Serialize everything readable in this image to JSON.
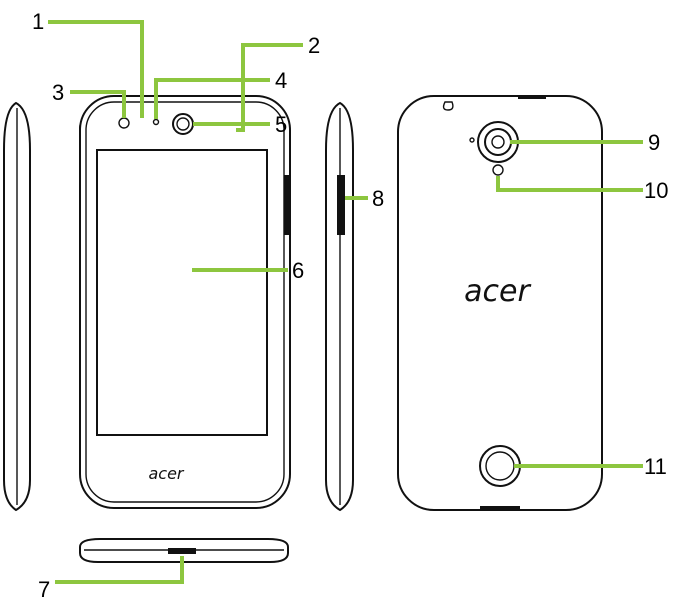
{
  "logos": {
    "front": "acer",
    "back": "acer"
  },
  "callouts": [
    {
      "id": "1",
      "label": "1"
    },
    {
      "id": "2",
      "label": "2"
    },
    {
      "id": "3",
      "label": "3"
    },
    {
      "id": "4",
      "label": "4"
    },
    {
      "id": "5",
      "label": "5"
    },
    {
      "id": "6",
      "label": "6"
    },
    {
      "id": "7",
      "label": "7"
    },
    {
      "id": "8",
      "label": "8"
    },
    {
      "id": "9",
      "label": "9"
    },
    {
      "id": "10",
      "label": "10"
    },
    {
      "id": "11",
      "label": "11"
    }
  ],
  "colors": {
    "leader": "#8dc63f",
    "outline": "#111111",
    "background": "#ffffff"
  }
}
